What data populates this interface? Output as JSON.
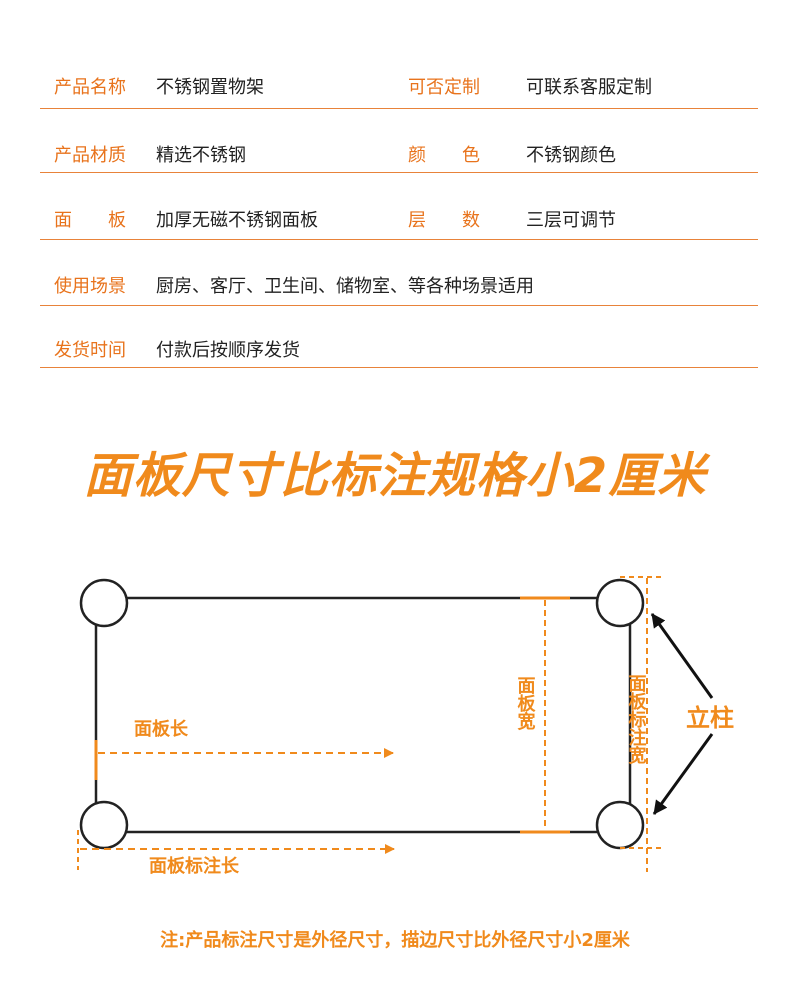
{
  "specs": [
    {
      "label1": "产品名称",
      "value1": "不锈钢置物架",
      "label2": "可否定制",
      "value2": "可联系客服定制"
    },
    {
      "label1": "产品材质",
      "value1": "精选不锈钢",
      "label2": "颜　　色",
      "value2": "不锈钢颜色"
    },
    {
      "label1": "面　　板",
      "value1": "加厚无磁不锈钢面板",
      "label2": "层　　数",
      "value2": "三层可调节"
    },
    {
      "label1": "使用场景",
      "value1": "厨房、客厅、卫生间、储物室、等各种场景适用",
      "label2": "",
      "value2": ""
    },
    {
      "label1": "发货时间",
      "value1": "付款后按顺序发货",
      "label2": "",
      "value2": ""
    }
  ],
  "title": "面板尺寸比标注规格小2厘米",
  "diagram": {
    "panel_length": "面板长",
    "panel_width": "面板宽",
    "panel_marked_length": "面板标注长",
    "panel_marked_width": "面板标注宽",
    "post": "立柱"
  },
  "note": "注:产品标注尺寸是外径尺寸，描边尺寸比外径尺寸小2厘米",
  "colors": {
    "accent": "#f08a1c",
    "line": "#e8833a",
    "text": "#222222"
  }
}
